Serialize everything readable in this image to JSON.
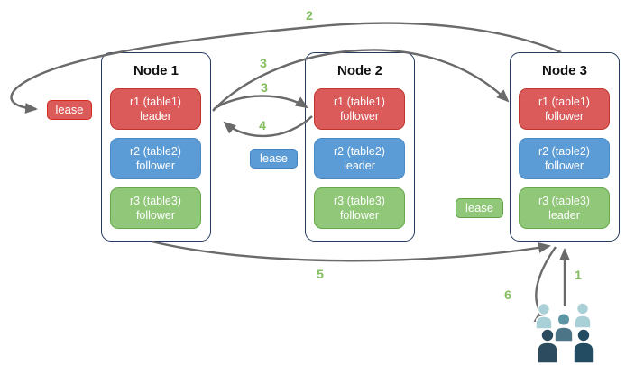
{
  "nodes": [
    {
      "title": "Node 1",
      "replicas": [
        {
          "line1": "r1 (table1)",
          "line2": "leader",
          "color": "red"
        },
        {
          "line1": "r2 (table2)",
          "line2": "follower",
          "color": "blue"
        },
        {
          "line1": "r3 (table3)",
          "line2": "follower",
          "color": "green"
        }
      ]
    },
    {
      "title": "Node 2",
      "replicas": [
        {
          "line1": "r1 (table1)",
          "line2": "follower",
          "color": "red"
        },
        {
          "line1": "r2 (table2)",
          "line2": "leader",
          "color": "blue"
        },
        {
          "line1": "r3 (table3)",
          "line2": "follower",
          "color": "green"
        }
      ]
    },
    {
      "title": "Node 3",
      "replicas": [
        {
          "line1": "r1 (table1)",
          "line2": "follower",
          "color": "red"
        },
        {
          "line1": "r2 (table2)",
          "line2": "follower",
          "color": "blue"
        },
        {
          "line1": "r3 (table3)",
          "line2": "leader",
          "color": "green"
        }
      ]
    }
  ],
  "leases": [
    {
      "label": "lease",
      "color": "red"
    },
    {
      "label": "lease",
      "color": "blue"
    },
    {
      "label": "lease",
      "color": "green"
    }
  ],
  "steps": [
    "2",
    "3",
    "3",
    "4",
    "5",
    "1",
    "6"
  ],
  "icons": {
    "users_icon": "group-of-users"
  },
  "colors": {
    "replica_red": "#DB5B5B",
    "replica_red_border": "#C0352E",
    "replica_blue": "#5C9CD6",
    "replica_blue_border": "#4A8AC4",
    "replica_green": "#90C779",
    "replica_green_border": "#67A84D",
    "node_border": "#24395E",
    "arrow": "#6A6A6A",
    "step_label": "#82BE5C",
    "users_light": "#A9D0D6",
    "users_medium": "#5C96A4",
    "users_medium_dark": "#4C7688",
    "users_dark": "#2C4B5E"
  }
}
